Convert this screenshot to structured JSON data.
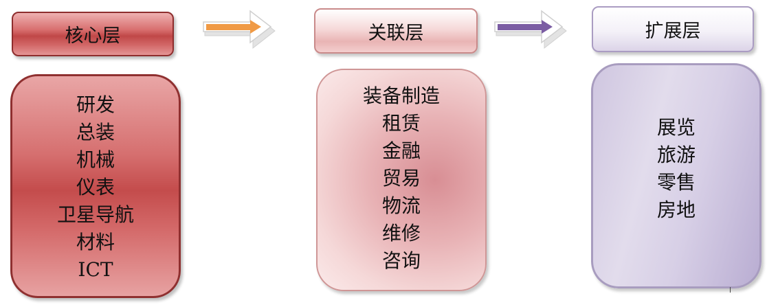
{
  "layers": [
    {
      "id": "core",
      "title": "核心层",
      "items": [
        "研发",
        "总装",
        "机械",
        "仪表",
        "卫星导航",
        "材料",
        "ICT"
      ],
      "colors": {
        "fill": "#c94f4f",
        "border": "#8e2d2d"
      }
    },
    {
      "id": "related",
      "title": "关联层",
      "items": [
        "装备制造",
        "租赁",
        "金融",
        "贸易",
        "物流",
        "维修",
        "咨询"
      ],
      "colors": {
        "fill": "#f3cfd0",
        "border": "#cf9696"
      }
    },
    {
      "id": "extension",
      "title": "扩展层",
      "items": [
        "展览",
        "旅游",
        "零售",
        "房地"
      ],
      "colors": {
        "fill": "#dcd4e8",
        "border": "#a89cbf"
      }
    }
  ],
  "arrows": [
    {
      "from": "core",
      "to": "related",
      "color": "#f09a45"
    },
    {
      "from": "related",
      "to": "extension",
      "color": "#7b5da3"
    }
  ]
}
